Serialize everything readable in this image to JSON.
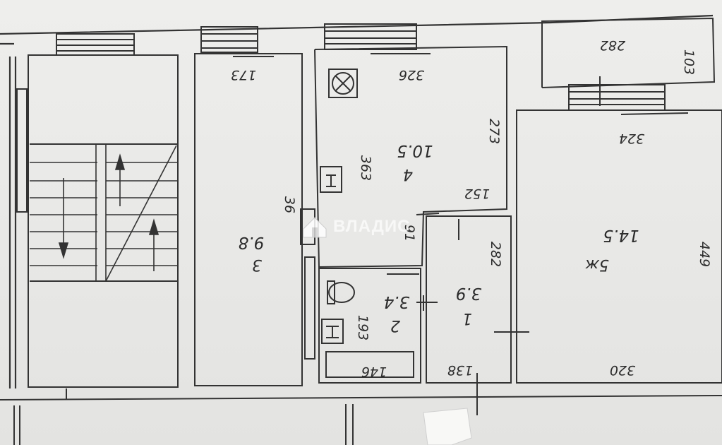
{
  "watermark": {
    "brand": "ВЛАДИС"
  },
  "rooms": {
    "room_1": {
      "number": "1",
      "area": "3.9"
    },
    "room_2": {
      "number": "2",
      "area": "3.4"
    },
    "room_3": {
      "number": "3",
      "area": "9.8"
    },
    "room_4": {
      "number": "4",
      "area": "10.5"
    },
    "room_5": {
      "number": "5",
      "area": "14.5",
      "number_suffix": "ж"
    }
  },
  "dimensions": {
    "d_282_top": "282",
    "d_103": "103",
    "d_173": "173",
    "d_326": "326",
    "d_273": "273",
    "d_363": "363",
    "d_152": "152",
    "d_91": "91",
    "d_324": "324",
    "d_449": "449",
    "d_282_room1": "282",
    "d_193": "193",
    "d_146": "146",
    "d_138": "138",
    "d_320": "320",
    "d_wall": "36"
  }
}
